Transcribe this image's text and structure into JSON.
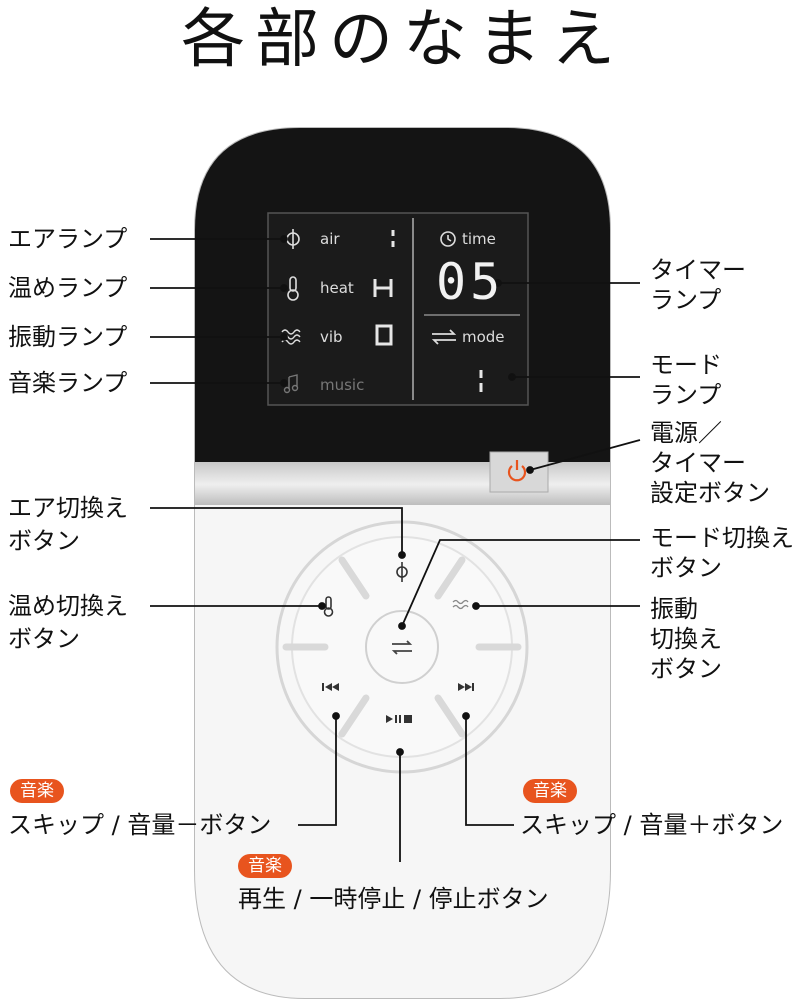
{
  "title": "各部のなまえ",
  "left_labels": {
    "air_lamp": "エアランプ",
    "heat_lamp": "温めランプ",
    "vib_lamp": "振動ランプ",
    "music_lamp": "音楽ランプ",
    "air_button": [
      "エア切換え",
      "ボタン"
    ],
    "heat_button": [
      "温め切換え",
      "ボタン"
    ]
  },
  "right_labels": {
    "timer_lamp": [
      "タイマー",
      "ランプ"
    ],
    "mode_lamp": [
      "モード",
      "ランプ"
    ],
    "power_button": [
      "電源／",
      "タイマー",
      "設定ボタン"
    ],
    "mode_button": [
      "モード切換え",
      "ボタン"
    ],
    "vib_button": [
      "振動",
      "切換え",
      "ボタン"
    ]
  },
  "bottom_labels": {
    "skip_minus": {
      "badge": "音楽",
      "text": "スキップ / 音量－ボタン"
    },
    "skip_plus": {
      "badge": "音楽",
      "text": "スキップ / 音量＋ボタン"
    },
    "play": {
      "badge": "音楽",
      "text": "再生 / 一時停止 / 停止ボタン"
    }
  },
  "display": {
    "air": "air",
    "heat": "heat",
    "vib": "vib",
    "music": "music",
    "time": "time",
    "timer_value": "05",
    "mode": "mode"
  },
  "icons": [
    "air-icon",
    "thermometer-icon",
    "wave-icon",
    "music-icon",
    "clock-icon",
    "mode-arrows-icon",
    "power-icon",
    "skip-back-icon",
    "skip-forward-icon",
    "play-pause-stop-icon"
  ],
  "colors": {
    "accent": "#e8541e",
    "device_top": "#141414",
    "device_bottom": "#f4f4f4"
  }
}
